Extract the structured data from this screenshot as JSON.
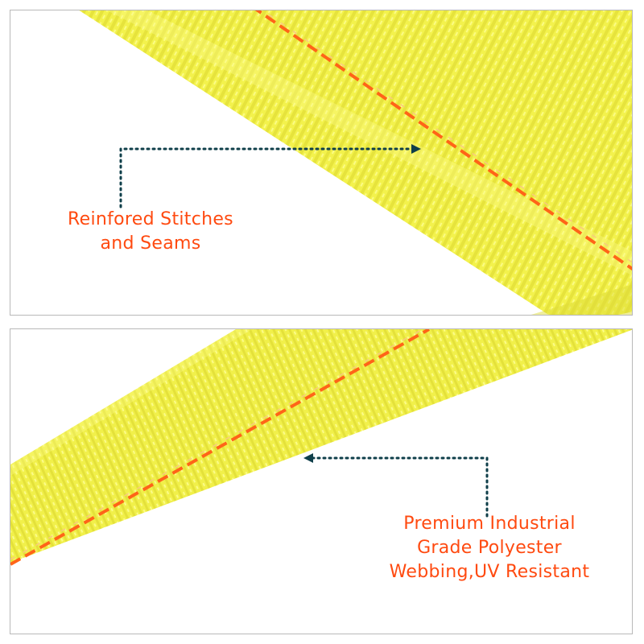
{
  "colors": {
    "webbing": "#f3f24c",
    "webbing_shadow": "#d9d532",
    "stitch": "#ff6418",
    "label": "#ff4a10",
    "pointer": "#0f3f4a",
    "border": "#b9b9b9"
  },
  "callouts": [
    {
      "lines": [
        "Reinfored Stitches",
        "and Seams"
      ]
    },
    {
      "lines": [
        "Premium Industrial",
        "Grade Polyester",
        "Webbing,UV Resistant"
      ]
    }
  ]
}
